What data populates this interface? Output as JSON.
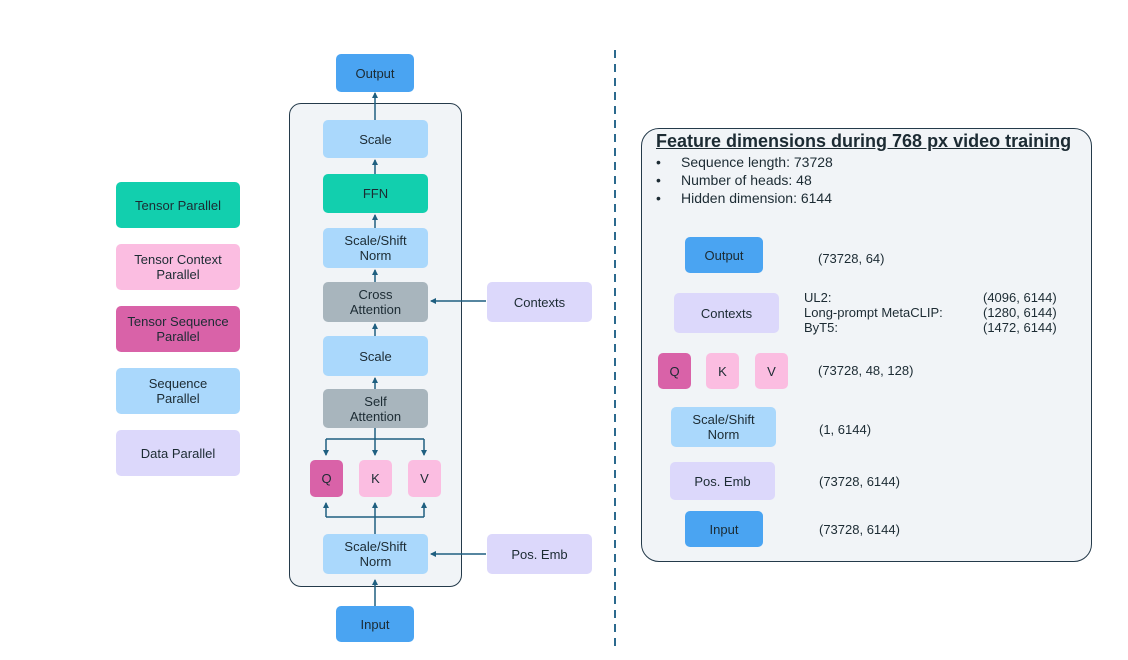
{
  "legend": {
    "tensor_parallel": "Tensor Parallel",
    "tensor_context_parallel": "Tensor Context\nParallel",
    "tensor_sequence_parallel": "Tensor Sequence\nParallel",
    "sequence_parallel": "Sequence\nParallel",
    "data_parallel": "Data Parallel"
  },
  "block": {
    "output": "Output",
    "scale_top": "Scale",
    "ffn": "FFN",
    "scale_shift_norm_top": "Scale/Shift\nNorm",
    "cross_attention": "Cross\nAttention",
    "scale_mid": "Scale",
    "self_attention": "Self\nAttention",
    "q": "Q",
    "k": "K",
    "v": "V",
    "scale_shift_norm_bottom": "Scale/Shift\nNorm",
    "input": "Input"
  },
  "side_inputs": {
    "contexts": "Contexts",
    "pos_emb": "Pos. Emb"
  },
  "panel": {
    "title": "Feature dimensions during 768 px video training",
    "bullets": [
      "Sequence length: 73728",
      "Number of heads: 48",
      "Hidden dimension: 6144"
    ],
    "output_label": "Output",
    "output_dim": "(73728, 64)",
    "contexts_label": "Contexts",
    "contexts_rows": [
      {
        "name": "UL2:",
        "dim": "(4096, 6144)"
      },
      {
        "name": "Long-prompt MetaCLIP:",
        "dim": "(1280, 6144)"
      },
      {
        "name": "ByT5:",
        "dim": "(1472, 6144)"
      }
    ],
    "q_label": "Q",
    "k_label": "K",
    "v_label": "V",
    "qkv_dim": "(73728, 48, 128)",
    "norm_label": "Scale/Shift\nNorm",
    "norm_dim": "(1, 6144)",
    "posemb_label": "Pos. Emb",
    "posemb_dim": "(73728, 6144)",
    "input_label": "Input",
    "input_dim": "(73728, 6144)"
  },
  "colors": {
    "tensor_parallel": "#12cfae",
    "tensor_context_parallel": "#fbbde1",
    "tensor_sequence_parallel": "#d962a8",
    "sequence_parallel": "#aad8fc",
    "data_parallel": "#dcd8fb",
    "io": "#4aa4f2",
    "attention": "#a8b5bd",
    "arrow": "#1f5f80",
    "divider": "#2c6a8e"
  }
}
